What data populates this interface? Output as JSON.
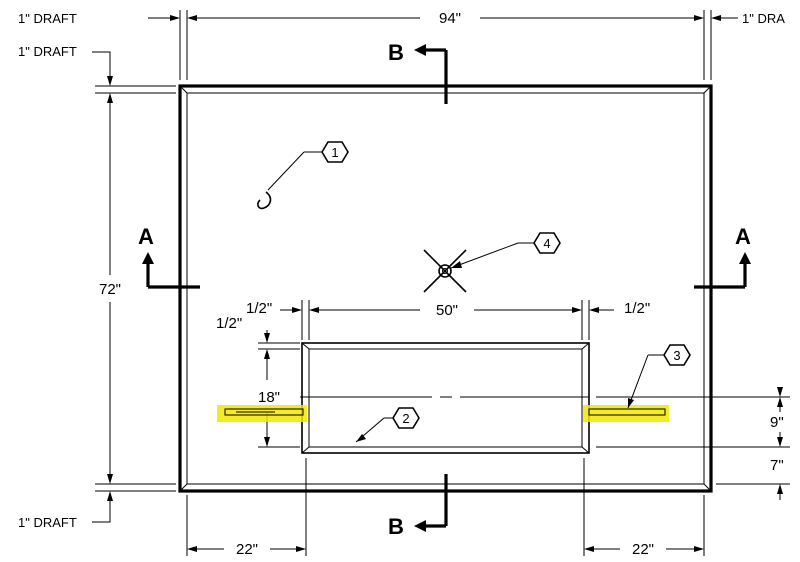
{
  "dimensions": {
    "overall_width": "94\"",
    "overall_height": "72\"",
    "draft_top_left": "1\" DRAFT",
    "draft_top_right": "1\" DRA",
    "draft_left_upper": "1\" DRAFT",
    "draft_left_lower": "1\" DRAFT",
    "opening_width": "50\"",
    "opening_half_left": "1/2\"",
    "opening_half_right": "1/2\"",
    "opening_half_vertical": "1/2\"",
    "opening_height": "18\"",
    "bottom_left": "22\"",
    "bottom_right": "22\"",
    "right_upper": "9\"",
    "right_lower": "7\""
  },
  "sections": {
    "a_left": "A",
    "a_right": "A",
    "b_top": "B",
    "b_bottom": "B"
  },
  "callouts": {
    "c1": "1",
    "c2": "2",
    "c3": "3",
    "c4": "4"
  },
  "colors": {
    "highlight": "#f3e600",
    "line": "#000000"
  }
}
